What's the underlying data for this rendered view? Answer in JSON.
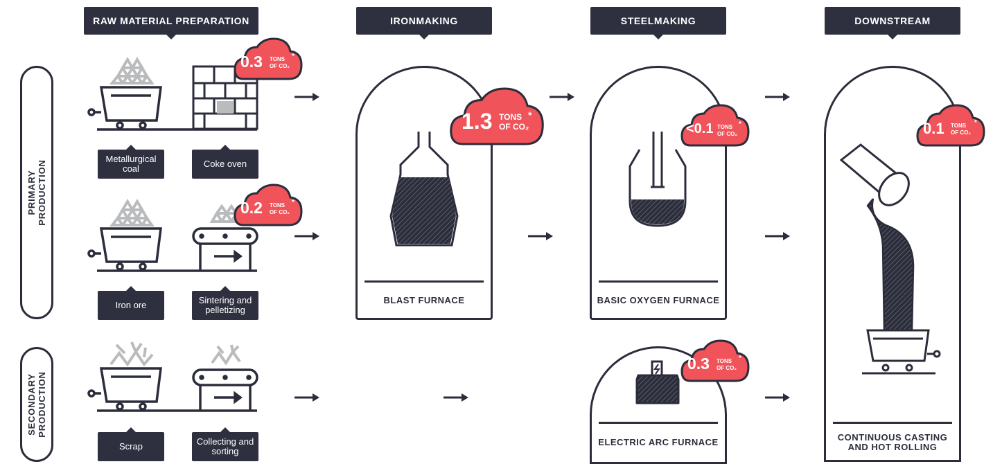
{
  "headers": {
    "raw": "RAW MATERIAL PREPARATION",
    "iron": "IRONMAKING",
    "steel": "STEELMAKING",
    "down": "DOWNSTREAM"
  },
  "side_labels": {
    "primary": "PRIMARY\nPRODUCTION",
    "secondary": "SECONDARY\nPRODUCTION"
  },
  "tags": {
    "met_coal": "Metallurgical\ncoal",
    "coke_oven": "Coke oven",
    "iron_ore": "Iron ore",
    "sintering": "Sintering and\npelletizing",
    "scrap": "Scrap",
    "collecting": "Collecting and\nsorting"
  },
  "arches": {
    "blast": "BLAST FURNACE",
    "bof": "BASIC OXYGEN FURNACE",
    "eaf": "ELECTRIC ARC FURNACE",
    "casting": "CONTINUOUS CASTING\nAND HOT ROLLING"
  },
  "emissions": {
    "unit": "TONS\nOF CO₂",
    "star": "*",
    "coke": "0.3",
    "sinter": "0.2",
    "blast": "1.3",
    "bof": "<0.1",
    "eaf": "0.3",
    "casting": "0.1"
  },
  "colors": {
    "dark": "#2e303f",
    "accent": "#f0545a",
    "gray": "#b9bbbd"
  },
  "icons": [
    "mine-cart-icon",
    "coal-pile-icon",
    "brick-oven-icon",
    "conveyor-icon",
    "arrow-right-icon",
    "blast-furnace-icon",
    "converter-icon",
    "ladle-icon",
    "arc-furnace-icon"
  ]
}
